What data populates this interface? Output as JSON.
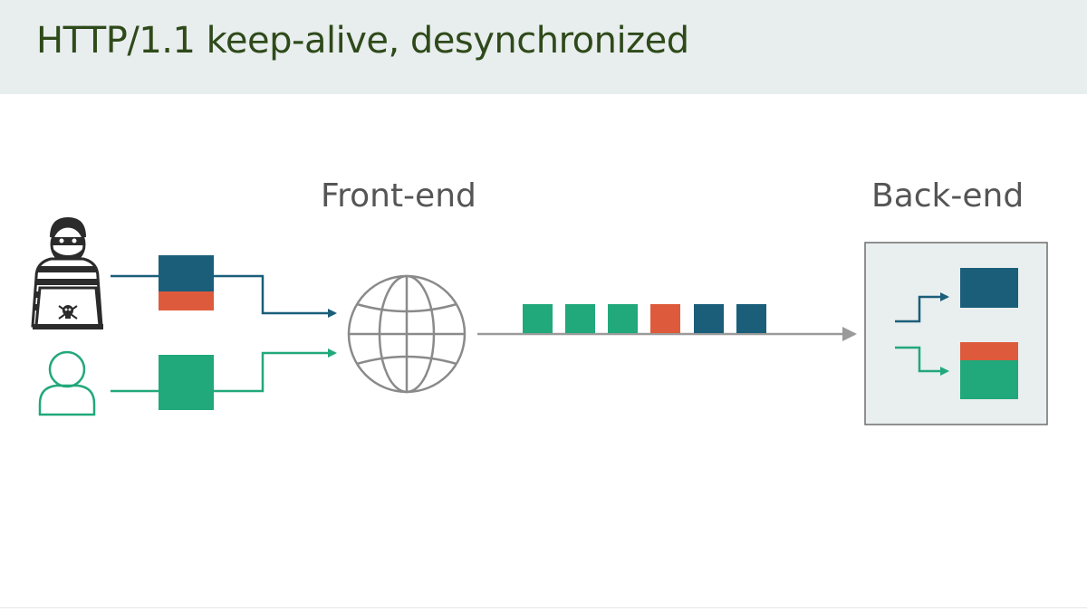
{
  "slide": {
    "title": "HTTP/1.1 keep-alive, desynchronized"
  },
  "labels": {
    "frontend": "Front-end",
    "backend": "Back-end"
  },
  "colors": {
    "attacker_request": "#1a5e7a",
    "smuggled_prefix": "#de5a3c",
    "victim_request": "#21a87b",
    "arrow_gray": "#9a9a9a",
    "backend_box_fill": "#e9eeee",
    "globe_gray": "#8a8a8a",
    "title_bar": "#e8eded",
    "title_text": "#2e4a1a"
  },
  "actors": {
    "attacker": {
      "icon": "hacker-icon"
    },
    "victim": {
      "icon": "user-icon"
    }
  },
  "frontend": {
    "icon": "globe-icon"
  },
  "connection_queue": [
    "victim",
    "victim",
    "victim",
    "smuggled",
    "attacker",
    "attacker"
  ]
}
